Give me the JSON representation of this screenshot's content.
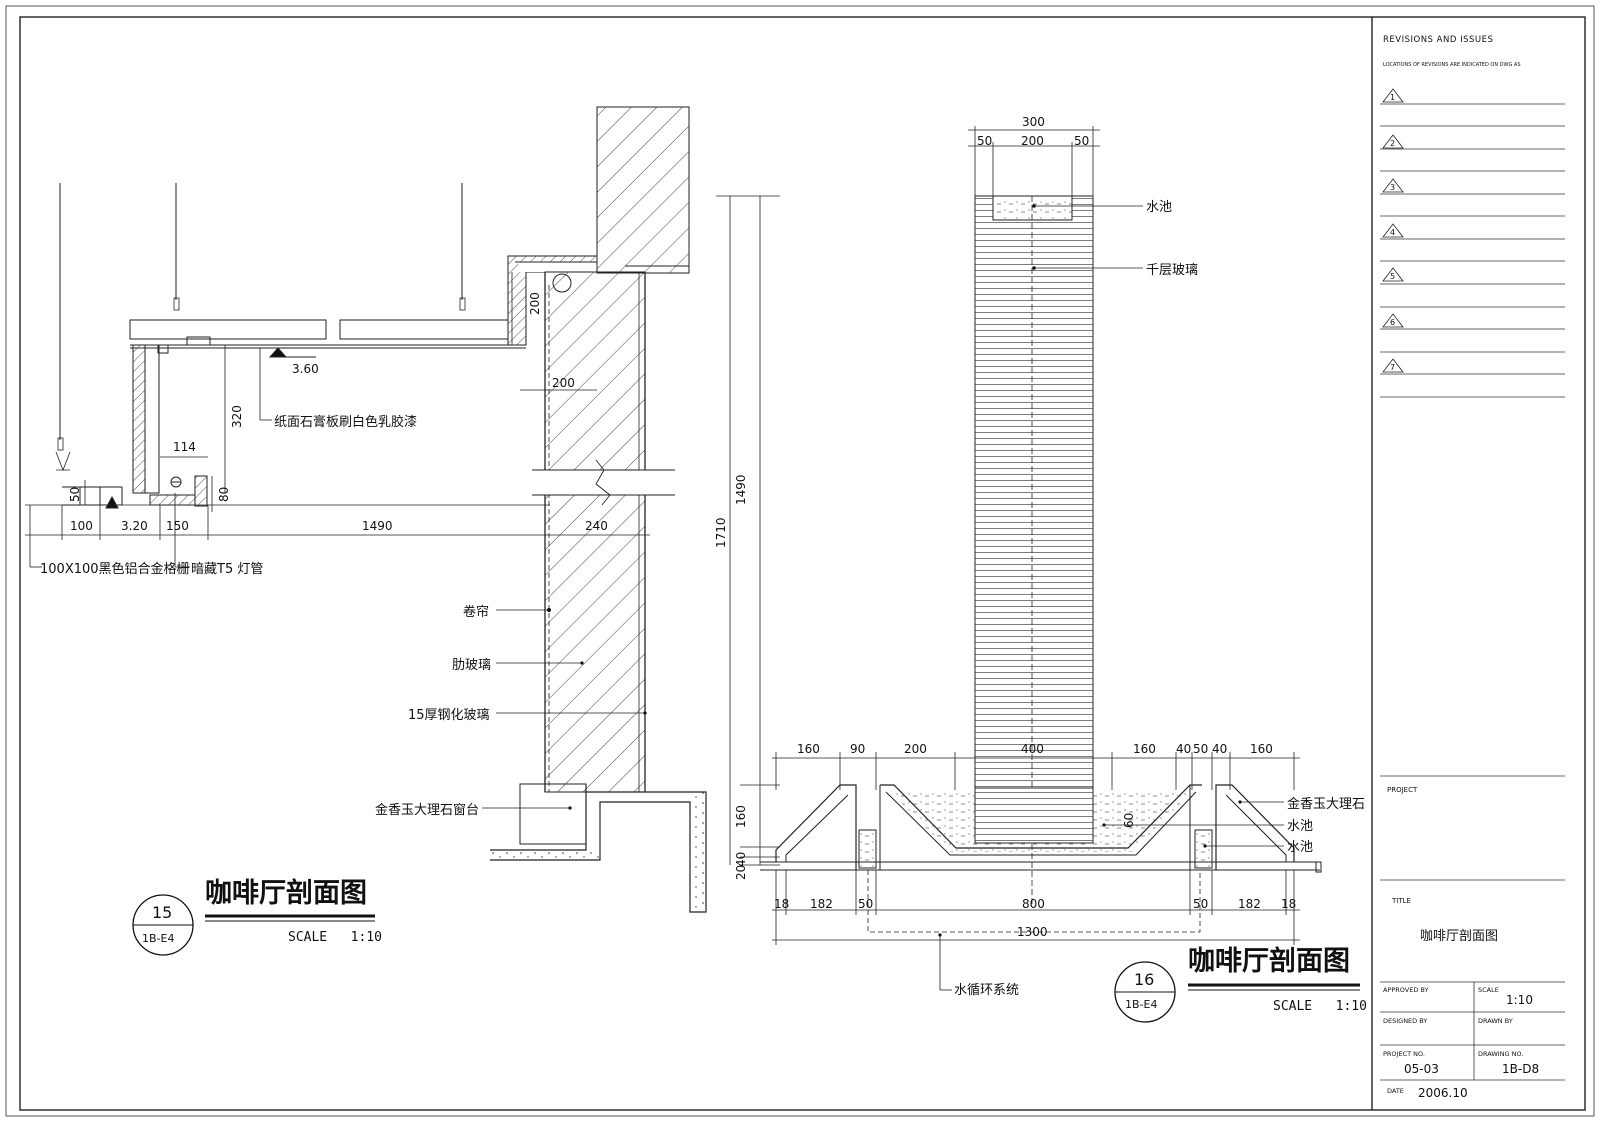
{
  "revisions": {
    "heading": "REVISIONS AND ISSUES",
    "subheading": "LOCATIONS OF REVISIONS ARE INDICATED ON DWG AS",
    "items": [
      "1",
      "2",
      "3",
      "4",
      "5",
      "6",
      "7"
    ]
  },
  "title_block": {
    "project_label": "PROJECT",
    "title_label": "TITLE",
    "title_value": "咖啡厅剖面图",
    "approved_by_label": "APPROVED BY",
    "scale_label": "SCALE",
    "scale_value": "1:10",
    "designed_by_label": "DESIGNED BY",
    "drawn_by_label": "DRAWN BY",
    "project_no_label": "PROJECT NO.",
    "project_no_value": "05-03",
    "drawing_no_label": "DRAWING NO.",
    "drawing_no_value": "1B-D8",
    "date_label": "DATE",
    "date_value": "2006.10"
  },
  "section15": {
    "title": "咖啡厅剖面图",
    "scale": "SCALE   1:10",
    "number": "15",
    "ref": "1B-E4",
    "labels": {
      "ceiling_board": "纸面石膏板刷白色乳胶漆",
      "grille": "100X100黑色铝合金格栅",
      "lamp": "暗藏T5 灯管",
      "blind": "卷帘",
      "rib_glass": "肋玻璃",
      "tempered_glass": "15厚钢化玻璃",
      "sill": "金香玉大理石窗台"
    },
    "dims": {
      "d200v": "200",
      "d200h": "200",
      "d320": "320",
      "d114": "114",
      "d80": "80",
      "d50": "50",
      "d100": "100",
      "d150": "150",
      "d1490": "1490",
      "d240": "240",
      "lvl360": "3.60",
      "lvl320": "3.20",
      "d1710": "1710",
      "d1490v": "1490",
      "d160v": "160",
      "d40v": "40",
      "d20v": "20"
    }
  },
  "section16": {
    "title": "咖啡厅剖面图",
    "scale": "SCALE   1:10",
    "number": "16",
    "ref": "1B-E4",
    "labels": {
      "pool_top": "水池",
      "layered_glass": "千层玻璃",
      "marble": "金香玉大理石",
      "pool_a": "水池",
      "pool_b": "水池",
      "circulation": "水循环系统"
    },
    "dims": {
      "w300": "300",
      "w50a": "50",
      "w200": "200",
      "w50b": "50",
      "b160a": "160",
      "b90": "90",
      "b200": "200",
      "b400": "400",
      "b160b": "160",
      "b40a": "40",
      "b50": "50",
      "b40b": "40",
      "b160c": "160",
      "v60": "60",
      "l18a": "18",
      "l182a": "182",
      "l50a": "50",
      "l800": "800",
      "l50b": "50",
      "l182b": "182",
      "l18b": "18",
      "l1300": "1300"
    }
  }
}
